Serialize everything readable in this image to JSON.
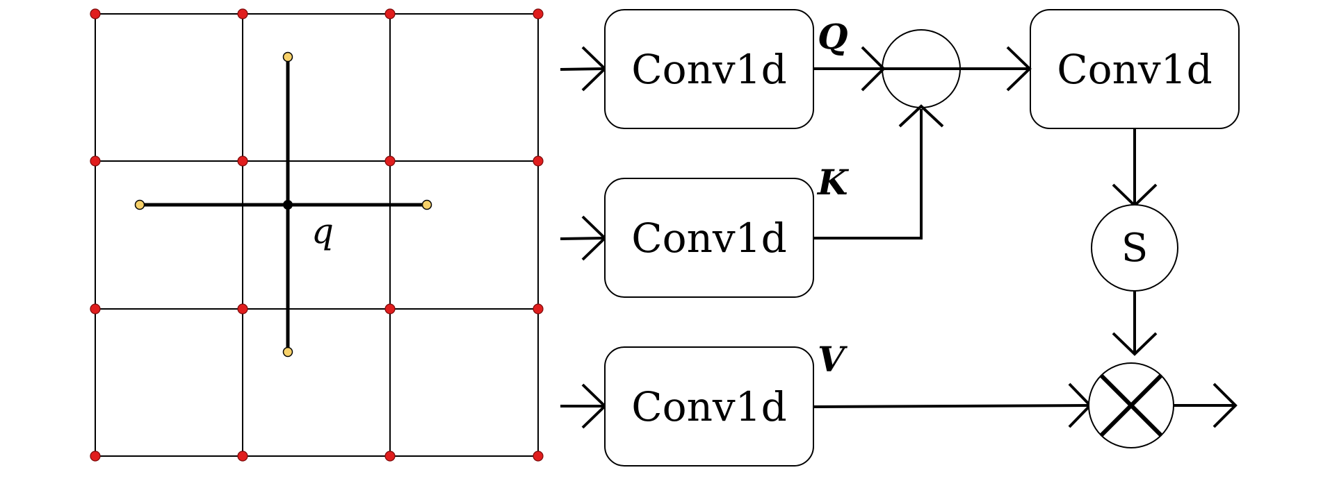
{
  "grid": {
    "query_label": "q"
  },
  "blocks": {
    "q_conv": {
      "label": "Conv1d",
      "symbol": "Q"
    },
    "k_conv": {
      "label": "Conv1d",
      "symbol": "K"
    },
    "v_conv": {
      "label": "Conv1d",
      "symbol": "V"
    },
    "out_conv": {
      "label": "Conv1d"
    },
    "softmax": {
      "label": "S"
    }
  },
  "colors": {
    "grid_point": "#e01e1e",
    "sample_point": "#f7d16a",
    "line": "#000000"
  }
}
